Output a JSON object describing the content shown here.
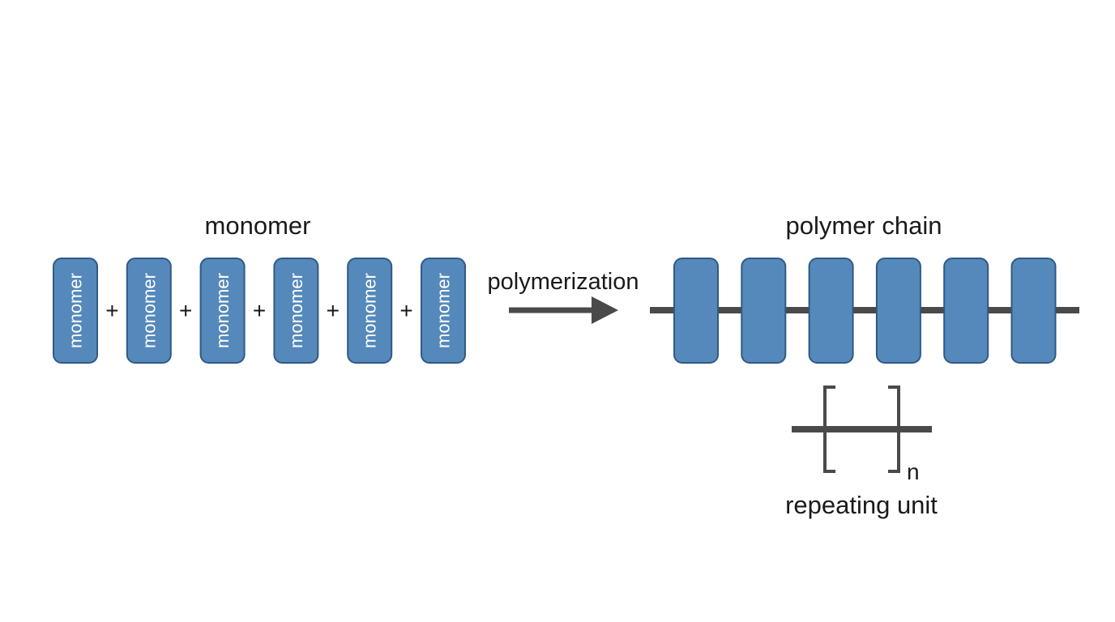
{
  "monomer_section": {
    "title": "monomer",
    "block_label": "monomer",
    "plus_sign": "+",
    "block_count": 6
  },
  "reaction": {
    "label": "polymerization"
  },
  "polymer_section": {
    "title": "polymer chain",
    "unit_count": 6
  },
  "repeat_unit": {
    "subscript": "n",
    "label": "repeating unit"
  },
  "colors": {
    "block_fill": "#5689bb",
    "block_stroke": "#2f5a85",
    "line": "#4a4a4a",
    "text": "#1a1a1a",
    "block_text": "#ffffff"
  }
}
